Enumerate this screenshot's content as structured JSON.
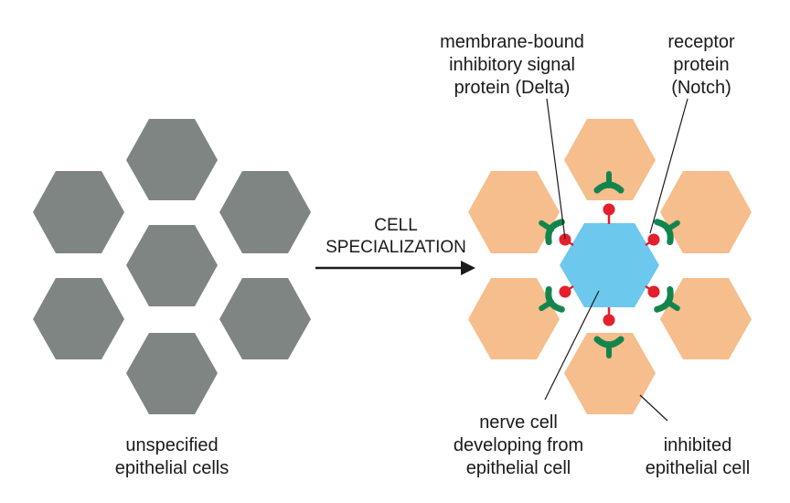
{
  "colors": {
    "unspecified_cell": "#7f8582",
    "inhibited_cell": "#f6bd8d",
    "nerve_cell": "#6dc8ee",
    "receptor": "#13854c",
    "delta_signal": "#e3202b",
    "arrow": "#1a1a1a",
    "leader_line": "#1a1a1a"
  },
  "labels": {
    "delta": [
      "membrane-bound",
      "inhibitory signal",
      "protein (Delta)"
    ],
    "notch": [
      "receptor",
      "protein",
      "(Notch)"
    ],
    "arrow": [
      "CELL",
      "SPECIALIZATION"
    ],
    "unspecified": [
      "unspecified",
      "epithelial cells"
    ],
    "nerve": [
      "nerve cell",
      "developing from",
      "epithelial cell"
    ],
    "inhibited": [
      "inhibited",
      "epithelial cell"
    ]
  },
  "icons": {
    "delta_signal": "red-ball-on-stalk-icon",
    "notch_receptor": "green-y-shaped-receptor-icon",
    "arrow": "right-arrow-icon"
  }
}
